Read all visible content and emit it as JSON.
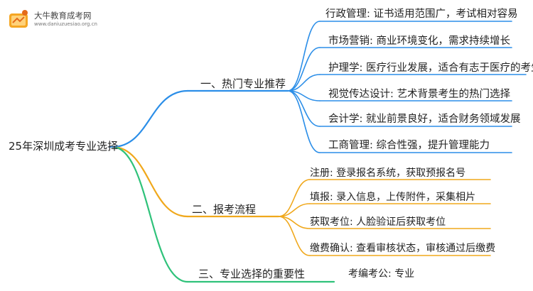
{
  "logo": {
    "site_name": "大牛教育成考网",
    "url": "www.daniuzuesiao.org.cn"
  },
  "root": {
    "label": "25年深圳成考专业选择"
  },
  "branches": [
    {
      "label": "一、热门专业推荐",
      "color": "#2b8ee8",
      "leaves": [
        "行政管理: 证书适用范围广，考试相对容易",
        "市场营销: 商业环境变化，需求持续增长",
        "护理学: 医疗行业发展，适合有志于医疗的考生",
        "视觉传达设计: 艺术背景考生的热门选择",
        "会计学: 就业前景良好，适合财务领域发展",
        "工商管理: 综合性强，提升管理能力"
      ]
    },
    {
      "label": "二、报考流程",
      "color": "#f0a81c",
      "leaves": [
        "注册: 登录报名系统，获取预报名号",
        "填报: 录入信息，上传附件，采集相片",
        "获取考位: 人脸验证后获取考位",
        "缴费确认: 查看审核状态，审核通过后缴费"
      ]
    },
    {
      "label": "三、专业选择的重要性",
      "color": "#2fc27a",
      "leaves": [
        "考编考公: 专业"
      ]
    }
  ]
}
